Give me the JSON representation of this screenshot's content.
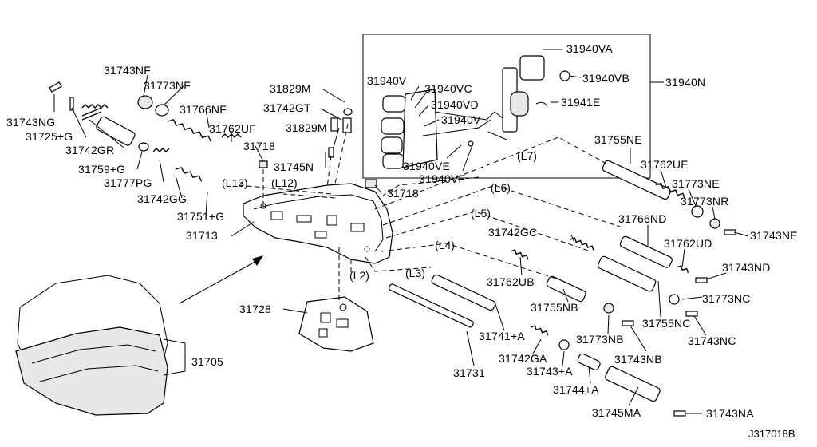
{
  "diagram_id": "J317018B",
  "inset_title": "31940N",
  "inset_labels": [
    "31940VA",
    "31940VB",
    "31940V",
    "31940VC",
    "31940VD",
    "31940V",
    "31941E",
    "31940VE",
    "31940VF"
  ],
  "part_labels": [
    "31743NF",
    "31773NF",
    "31766NF",
    "31743NG",
    "31725+G",
    "31742GR",
    "31762UF",
    "31718",
    "31759+G",
    "31777PG",
    "31742GG",
    "31751+G",
    "31713",
    "31829M",
    "31742GT",
    "31829M",
    "31745N",
    "31718",
    "31755NE",
    "31762UE",
    "31773NE",
    "31773NR",
    "31743NE",
    "31766ND",
    "31762UD",
    "31743ND",
    "31742GC",
    "31762UB",
    "31755NB",
    "31773NC",
    "31755NC",
    "31743NC",
    "31773NB",
    "31743NB",
    "31728",
    "31741+A",
    "31742GA",
    "31743+A",
    "31731",
    "31744+A",
    "31745MA",
    "31743NA",
    "31705"
  ],
  "route_labels": [
    "(L13)",
    "(L12)",
    "(L7)",
    "(L6)",
    "(L5)",
    "(L4)",
    "(L2)",
    "(L3)"
  ]
}
